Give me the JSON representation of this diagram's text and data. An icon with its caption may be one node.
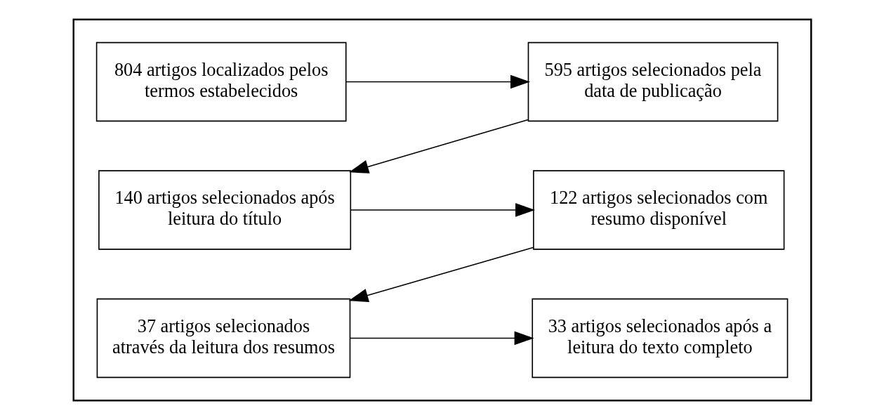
{
  "diagram": {
    "nodes": [
      {
        "text": [],
        "shape": "box"
      },
      {
        "text": [
          "804 artigos localizados pelos termos estabelecidos"
        ],
        "in": 0
      },
      {
        "text": [
          "595 artigos selecionados pela data de publicação"
        ],
        "in": 0
      },
      {
        "text": [
          "140 artigos selecionados após leitura do título"
        ],
        "in": 0
      },
      {
        "text": [
          "122 artigos selecionados com resumo disponível"
        ],
        "in": 0
      },
      {
        "text": [
          "37 artigos selecionados através da leitura dos resumos"
        ],
        "in": 0
      },
      {
        "text": [
          "33 artigos selecionados após a leitura do texto completo"
        ],
        "in": 0
      }
    ],
    "edges": [
      {
        "from": 1,
        "to": 2,
        "arrow": "to"
      },
      {
        "from": 2,
        "to": 3,
        "arrow": "to"
      },
      {
        "from": 3,
        "to": 4,
        "arrow": "to"
      },
      {
        "from": 4,
        "to": 5,
        "arrow": "to"
      },
      {
        "from": 5,
        "to": 6,
        "arrow": "to"
      }
    ]
  }
}
